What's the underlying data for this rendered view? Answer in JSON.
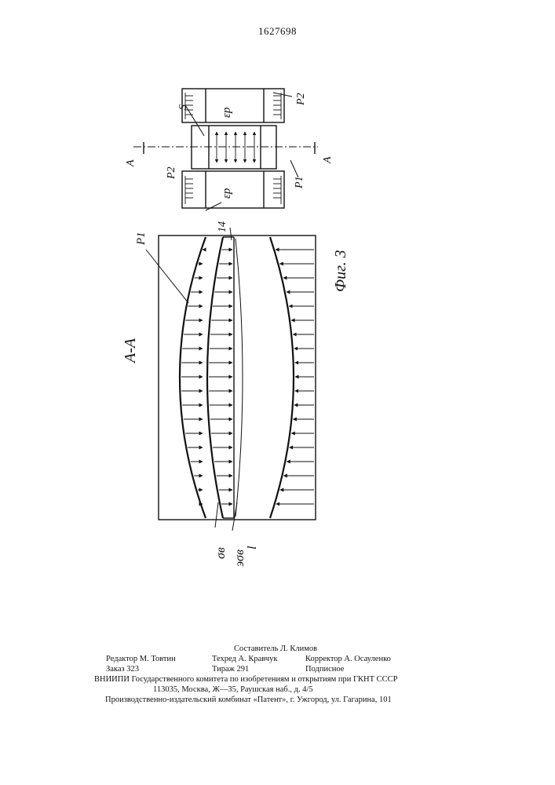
{
  "patent_number": "1627698",
  "figure": {
    "caption": "Фиг. 3",
    "section_title": "A-A",
    "section_mark_left": "A",
    "section_mark_right": "A",
    "labels": {
      "p1_top": "P1",
      "p1_small": "P1",
      "p2_upper": "P2",
      "p2_lower": "P2",
      "s": "S",
      "ep_upper": "εp",
      "ep_lower": "εp",
      "num_14": "14",
      "sigma_b": "σв",
      "e_sigma_b": "эσв",
      "l": "l"
    }
  },
  "imprint": {
    "compiler": "Составитель Л. Климов",
    "editor": "Редактор М. Товтин",
    "techred": "Техред А. Кравчук",
    "corrector": "Корректор А. Осауленко",
    "order": "Заказ 323",
    "circulation": "Тираж 291",
    "subscription": "Подписное",
    "institute": "ВНИИПИ Государственного комитета по изобретениям и открытиям при ГКНТ СССР",
    "address": "113035, Москва, Ж—35, Раушская наб., д. 4/5",
    "publisher": "Производственно-издательский комбинат «Патент», г. Ужгород, ул. Гагарина, 101"
  }
}
